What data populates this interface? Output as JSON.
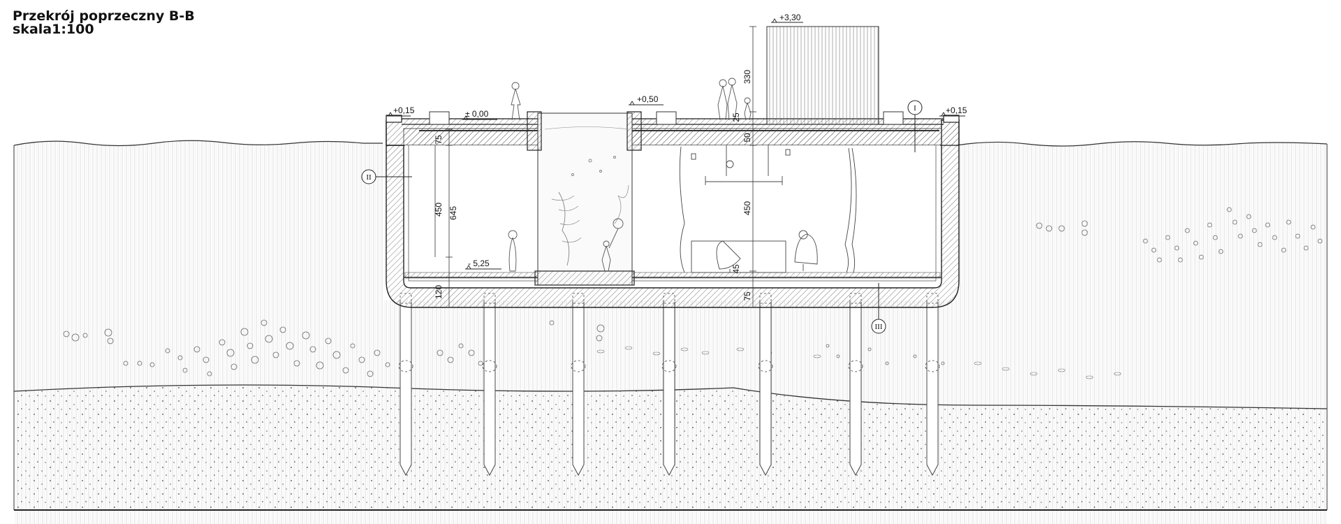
{
  "title": {
    "line1": "Przekrój poprzeczny B-B",
    "line2": "skala1:100"
  },
  "levels": {
    "plus_330": "+3,30",
    "plus_050": "+0,50",
    "zero": "± 0,00",
    "plus_015_left": "+0,15",
    "plus_015_right": "+0,15",
    "minus_525": "- 5,25"
  },
  "dimensions": {
    "d75_top": "75",
    "d450_left": "450",
    "d645": "645",
    "d120": "120",
    "d330": "330",
    "d25": "25",
    "d50": "50",
    "d450_center": "450",
    "d45": "45",
    "d75_bottom": "75"
  },
  "markers": {
    "m1": "I",
    "m2": "II",
    "m3": "III"
  }
}
